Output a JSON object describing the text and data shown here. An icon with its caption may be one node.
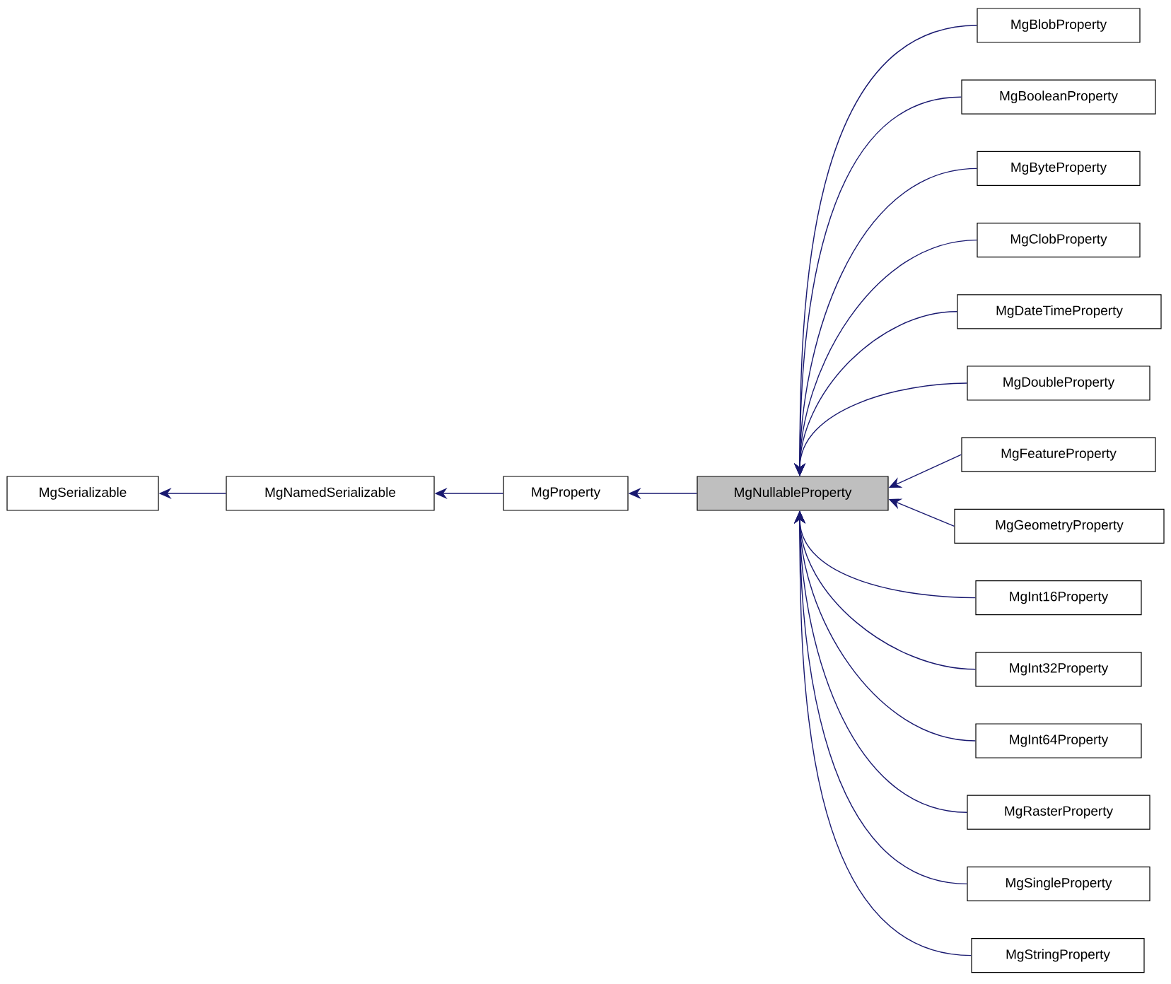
{
  "diagram": {
    "nodes": [
      {
        "text": [
          "MgSerializable"
        ]
      },
      {
        "text": [
          "MgNamedSerializable"
        ]
      },
      {
        "text": [
          "MgProperty"
        ]
      },
      {
        "text": [
          "MgNullableProperty"
        ]
      },
      {
        "text": [
          "MgBlobProperty"
        ]
      },
      {
        "text": [
          "MgBooleanProperty"
        ]
      },
      {
        "text": [
          "MgByteProperty"
        ]
      },
      {
        "text": [
          "MgClobProperty"
        ]
      },
      {
        "text": [
          "MgDateTimeProperty"
        ]
      },
      {
        "text": [
          "MgDoubleProperty"
        ]
      },
      {
        "text": [
          "MgFeatureProperty"
        ]
      },
      {
        "text": [
          "MgGeometryProperty"
        ]
      },
      {
        "text": [
          "MgInt16Property"
        ]
      },
      {
        "text": [
          "MgInt32Property"
        ]
      },
      {
        "text": [
          "MgInt64Property"
        ]
      },
      {
        "text": [
          "MgRasterProperty"
        ]
      },
      {
        "text": [
          "MgSingleProperty"
        ]
      },
      {
        "text": [
          "MgStringProperty"
        ]
      }
    ],
    "edges": [
      {
        "from": 1,
        "to": 0,
        "arrow": "to"
      },
      {
        "from": 2,
        "to": 1,
        "arrow": "to"
      },
      {
        "from": 3,
        "to": 2,
        "arrow": "to"
      },
      {
        "from": 4,
        "to": 3,
        "arrow": "to"
      },
      {
        "from": 5,
        "to": 3,
        "arrow": "to"
      },
      {
        "from": 6,
        "to": 3,
        "arrow": "to"
      },
      {
        "from": 7,
        "to": 3,
        "arrow": "to"
      },
      {
        "from": 8,
        "to": 3,
        "arrow": "to"
      },
      {
        "from": 9,
        "to": 3,
        "arrow": "to"
      },
      {
        "from": 10,
        "to": 3,
        "arrow": "to"
      },
      {
        "from": 11,
        "to": 3,
        "arrow": "to"
      },
      {
        "from": 12,
        "to": 3,
        "arrow": "to"
      },
      {
        "from": 13,
        "to": 3,
        "arrow": "to"
      },
      {
        "from": 14,
        "to": 3,
        "arrow": "to"
      },
      {
        "from": 15,
        "to": 3,
        "arrow": "to"
      },
      {
        "from": 16,
        "to": 3,
        "arrow": "to"
      },
      {
        "from": 17,
        "to": 3,
        "arrow": "to"
      }
    ]
  }
}
